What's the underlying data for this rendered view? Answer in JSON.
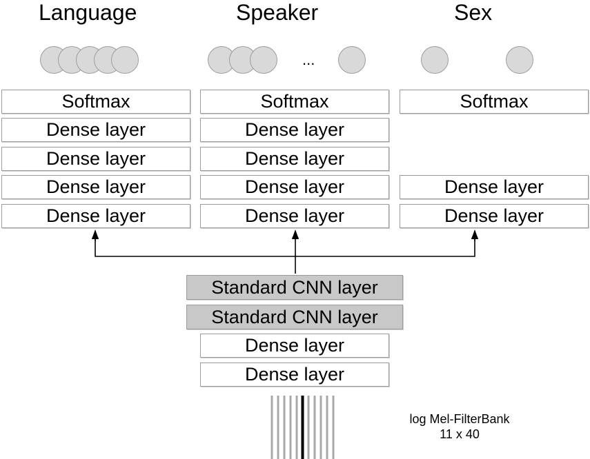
{
  "titles": {
    "language": "Language",
    "speaker": "Speaker",
    "sex": "Sex"
  },
  "ellipsis": "...",
  "language_stack": [
    "Softmax",
    "Dense layer",
    "Dense layer",
    "Dense layer",
    "Dense layer"
  ],
  "speaker_stack": [
    "Softmax",
    "Dense layer",
    "Dense layer",
    "Dense layer",
    "Dense layer"
  ],
  "sex_stack": {
    "top": "Softmax",
    "bottom": [
      "Dense layer",
      "Dense layer"
    ]
  },
  "shared_stack": [
    "Standard CNN layer",
    "Standard CNN layer",
    "Dense layer",
    "Dense layer"
  ],
  "input_caption": {
    "line1": "log Mel-FilterBank",
    "line2": "11 x 40"
  },
  "colors": {
    "node_fill": "#d9d9d9",
    "cnn_fill": "#c8c8c8",
    "border": "#9a9a9a"
  }
}
